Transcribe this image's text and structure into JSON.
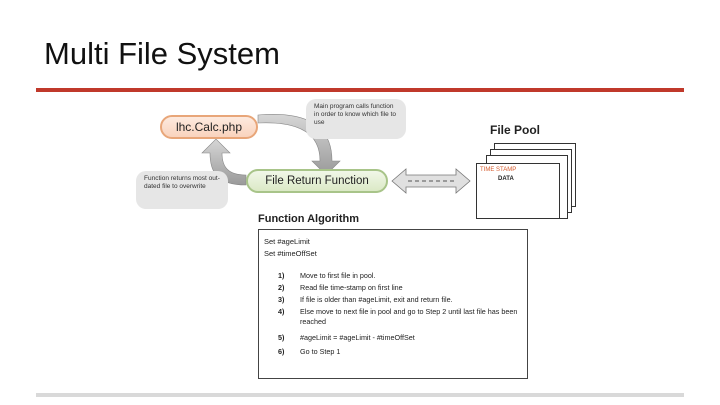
{
  "slide": {
    "title": "Multi File System"
  },
  "diagram": {
    "callout_main": "Main program calls function in order to know which file to use",
    "callout_return": "Function returns most out-dated file to overwrite",
    "pill_calc": "lhc.Calc.php",
    "pill_function": "File Return Function",
    "file_pool": {
      "title": "File Pool",
      "timestamp_label": "TIME STAMP",
      "data_label": "DATA"
    },
    "algorithm": {
      "title": "Function Algorithm",
      "set_age_limit": "Set #ageLimit",
      "set_time_offset": "Set #timeOffSet",
      "steps": [
        {
          "num": "1)",
          "text": "Move to first file in pool."
        },
        {
          "num": "2)",
          "text": "Read file time-stamp on first line"
        },
        {
          "num": "3)",
          "text": "If file is older than #ageLimit, exit and return file."
        },
        {
          "num": "4)",
          "text": "Else move to next file in pool and go to Step 2 until last file has been reached"
        },
        {
          "num": "5)",
          "text": "#ageLimit = #ageLimit - #timeOffSet"
        },
        {
          "num": "6)",
          "text": "Go to Step 1"
        }
      ]
    },
    "colors": {
      "accent_red": "#c0392b",
      "calc_border": "#e8a679",
      "func_border": "#a8c489",
      "timestamp": "#d55a2b"
    }
  }
}
